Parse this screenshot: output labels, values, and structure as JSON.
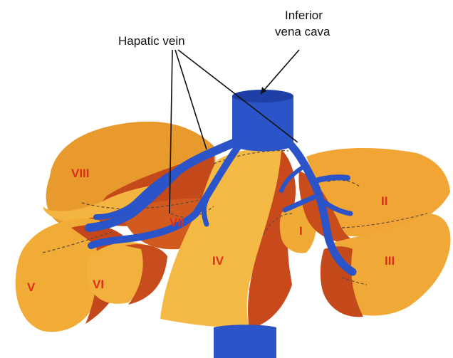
{
  "labels": {
    "hepatic_vein": "Hapatic vein",
    "ivc_line1": "Inferior",
    "ivc_line2": "vena cava"
  },
  "segments": {
    "s1": "I",
    "s2": "II",
    "s3": "III",
    "s4": "IV",
    "s5": "V",
    "s6": "VI",
    "s7": "VII",
    "s8": "VIII"
  },
  "colors": {
    "vessel": "#2b54c8",
    "vessel_dark": "#1d3fa6",
    "lobe_light": "#f2b33b",
    "lobe_mid": "#e8942a",
    "lobe_deep": "#c0461a",
    "segment_label": "#d8301a"
  }
}
